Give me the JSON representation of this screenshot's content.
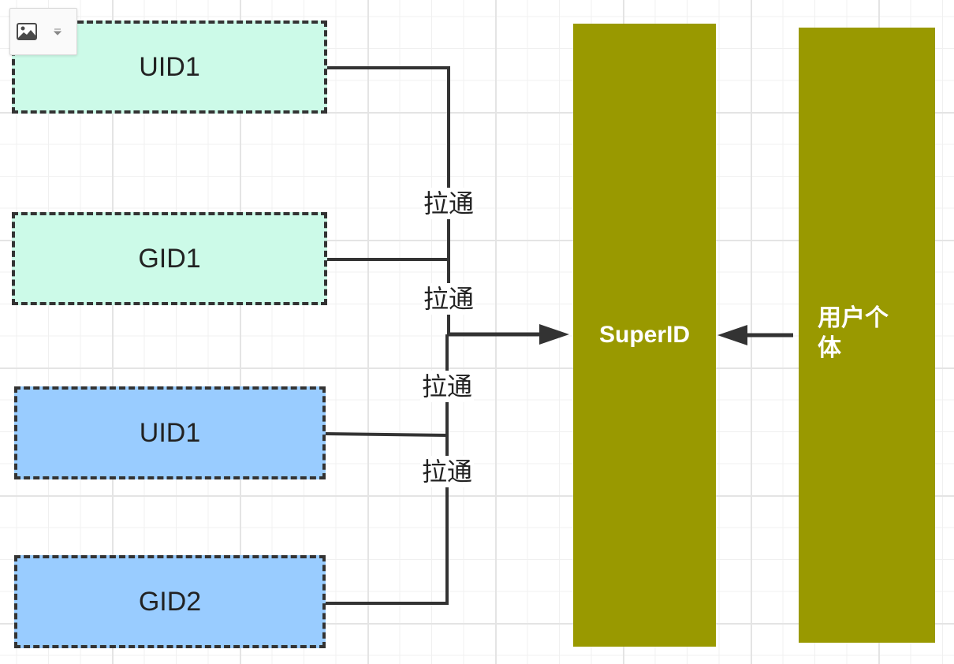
{
  "toolbar": {
    "icon": "image-icon",
    "dropdown_icon": "chevron-down-icon"
  },
  "nodes": [
    {
      "id": "uid1-top",
      "label": "UID1",
      "fill": "#ccfae8"
    },
    {
      "id": "gid1",
      "label": "GID1",
      "fill": "#ccfae8"
    },
    {
      "id": "uid1-bottom",
      "label": "UID1",
      "fill": "#99ccff"
    },
    {
      "id": "gid2",
      "label": "GID2",
      "fill": "#99ccff"
    }
  ],
  "edge_labels": [
    "拉通",
    "拉通",
    "拉通",
    "拉通"
  ],
  "superid": {
    "label": "SuperID",
    "fill": "#999900"
  },
  "user": {
    "label": "用户个体",
    "fill": "#999900"
  },
  "colors": {
    "line": "#333333",
    "text": "#222222"
  }
}
